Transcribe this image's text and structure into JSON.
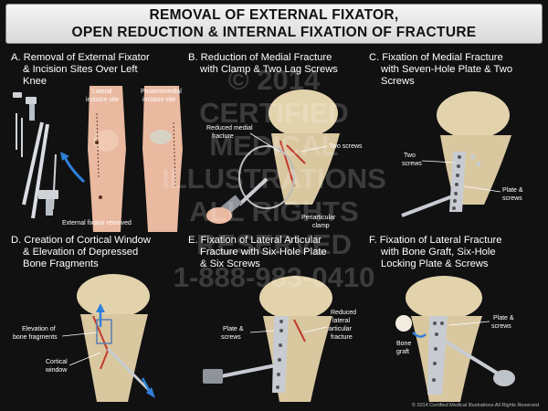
{
  "title": {
    "line1": "REMOVAL OF EXTERNAL FIXATOR,",
    "line2": "OPEN REDUCTION & INTERNAL FIXATION OF FRACTURE"
  },
  "panels": {
    "a": {
      "title_lines": [
        "A.  Removal of External Fixator",
        "& Incision Sites Over Left",
        "Knee"
      ],
      "labels": {
        "lateral": [
          "Lateral",
          "incision site"
        ],
        "posteromedial": [
          "Posteromedial",
          "incision site"
        ],
        "fixator_removed": "External fixator removed"
      }
    },
    "b": {
      "title_lines": [
        "B.  Reduction of Medial Fracture",
        "with Clamp & Two Lag Screws"
      ],
      "labels": {
        "reduced_medial": [
          "Reduced medial",
          "fracture"
        ],
        "two_screws": "Two screws",
        "clamp": [
          "Periarticular",
          "clamp"
        ]
      }
    },
    "c": {
      "title_lines": [
        "C.  Fixation of Medial Fracture",
        "with Seven-Hole Plate & Two",
        "Screws"
      ],
      "labels": {
        "two_screws": [
          "Two",
          "screws"
        ],
        "plate_screws": [
          "Plate &",
          "screws"
        ]
      }
    },
    "d": {
      "title_lines": [
        "D.  Creation of Cortical Window",
        "& Elevation of Depressed",
        "Bone Fragments"
      ],
      "labels": {
        "elevation": [
          "Elevation of",
          "bone fragments"
        ],
        "cortical_window": [
          "Cortical",
          "window"
        ]
      }
    },
    "e": {
      "title_lines": [
        "E.  Fixation of Lateral Articular",
        "Fracture with Six-Hole Plate",
        "& Six Screws"
      ],
      "labels": {
        "plate_screws": [
          "Plate &",
          "screws"
        ],
        "reduced_lateral": [
          "Reduced",
          "lateral",
          "articular",
          "fracture"
        ]
      }
    },
    "f": {
      "title_lines": [
        "F.  Fixation of Lateral Fracture",
        "with Bone Graft, Six-Hole",
        "Locking Plate & Screws"
      ],
      "labels": {
        "plate_screws": [
          "Plate &",
          "screws"
        ],
        "bone_graft": [
          "Bone",
          "graft"
        ]
      }
    }
  },
  "watermark": {
    "lines": [
      "© 2014",
      "CERTIFIED",
      "MEDICAL",
      "ILLUSTRATIONS",
      "ALL RIGHTS",
      "RESERVED",
      "1-888-983-0410"
    ]
  },
  "copyright": "© 2014 Certified Medical Illustrations All Rights Reserved",
  "colors": {
    "background": "#111111",
    "bone": "#e8d9b8",
    "skin": "#e9b9a0",
    "fracture": "#c0392b",
    "metal": "#c8ccd2",
    "arrow": "#2f7fd8"
  }
}
